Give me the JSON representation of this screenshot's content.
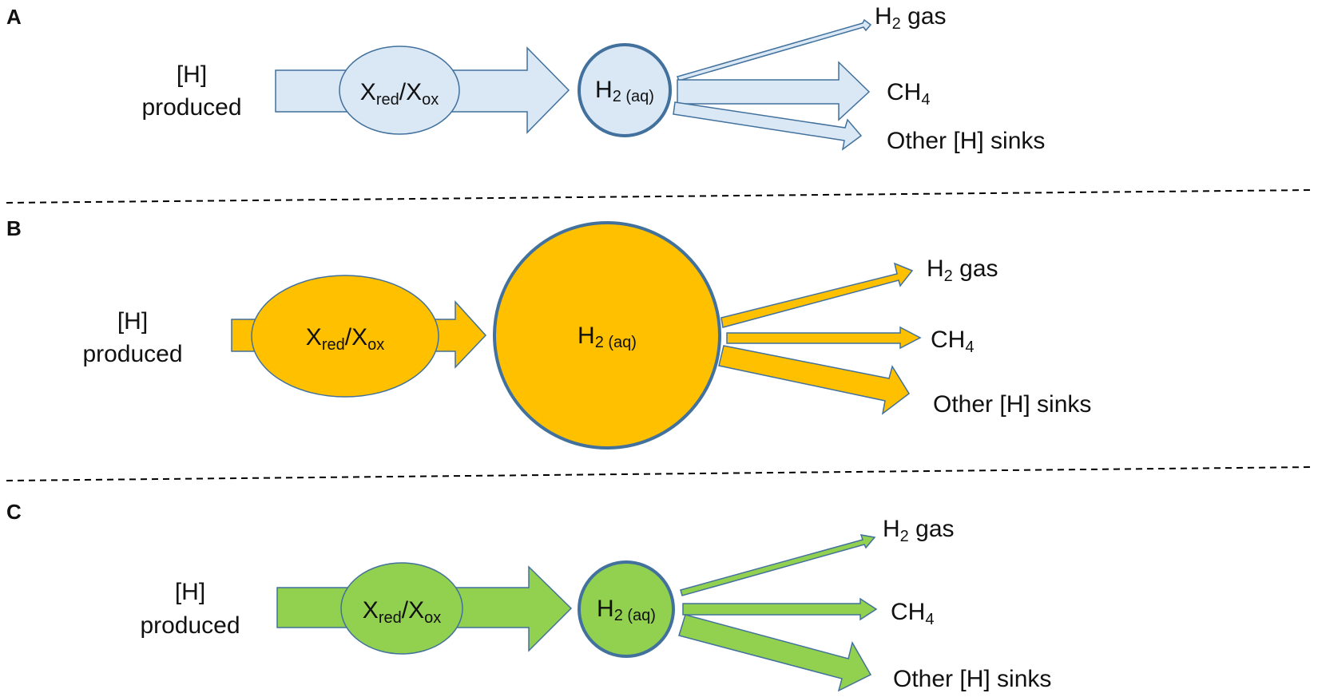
{
  "panels": [
    {
      "letter": "A",
      "source_line1": "[H]",
      "source_line2": "produced",
      "carrier": {
        "base1": "X",
        "sub1": "red",
        "slash": "/",
        "base2": "X",
        "sub2": "ox"
      },
      "pool": {
        "base": "H",
        "sub": "2 (aq)"
      },
      "out_h2": {
        "base": "H",
        "sub": "2",
        "rest": " gas"
      },
      "out_ch4": {
        "base": "CH",
        "sub": "4"
      },
      "out_other": "Other [H] sinks",
      "fill": "#dae8f6",
      "stroke": "#41719c"
    },
    {
      "letter": "B",
      "source_line1": "[H]",
      "source_line2": "produced",
      "carrier": {
        "base1": "X",
        "sub1": "red",
        "slash": "/",
        "base2": "X",
        "sub2": "ox"
      },
      "pool": {
        "base": "H",
        "sub": "2 (aq)"
      },
      "out_h2": {
        "base": "H",
        "sub": "2",
        "rest": " gas"
      },
      "out_ch4": {
        "base": "CH",
        "sub": "4"
      },
      "out_other": "Other [H] sinks",
      "fill": "#ffc000",
      "stroke": "#41719c"
    },
    {
      "letter": "C",
      "source_line1": "[H]",
      "source_line2": "produced",
      "carrier": {
        "base1": "X",
        "sub1": "red",
        "slash": "/",
        "base2": "X",
        "sub2": "ox"
      },
      "pool": {
        "base": "H",
        "sub": "2 (aq)"
      },
      "out_h2": {
        "base": "H",
        "sub": "2",
        "rest": " gas"
      },
      "out_ch4": {
        "base": "CH",
        "sub": "4"
      },
      "out_other": "Other [H] sinks",
      "fill": "#92d050",
      "stroke": "#41719c"
    }
  ]
}
